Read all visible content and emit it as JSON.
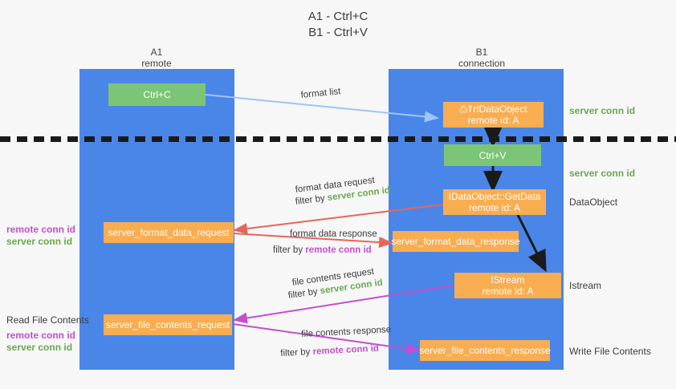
{
  "title": {
    "line1": "A1 - Ctrl+C",
    "line2": "B1 - Ctrl+V"
  },
  "lanes": [
    {
      "name": "A1",
      "sub": "remote"
    },
    {
      "name": "B1",
      "sub": "connection"
    }
  ],
  "nodes": {
    "ctrl_c": "Ctrl+C",
    "ctrl_v": "Ctrl+V",
    "idataobject_title": "⎙⍒rIDataObject",
    "idataobject_sub": "remote id: A",
    "getdata_title": "IDataObject::GetData",
    "getdata_sub": "remote id: A",
    "istream_title": "IStream",
    "istream_sub": "remote id: A",
    "server_format_data_request": "server_format_data_request",
    "server_format_data_response": "server_format_data_response",
    "server_file_contents_request": "server_file_contents_request",
    "server_file_contents_response": "server_file_contents_response"
  },
  "side_labels": {
    "right_server_conn_1": "server conn id",
    "right_server_conn_2": "server conn id",
    "right_dataobject": "DataObject",
    "right_istream": "Istream",
    "right_write_file_contents": "Write File Contents",
    "left_remote_conn_1": "remote conn id",
    "left_server_conn_1": "server conn id",
    "left_read_file_contents": "Read File Contents",
    "left_remote_conn_2": "remote conn id",
    "left_server_conn_2": "server conn id"
  },
  "edges": {
    "format_list": "format list",
    "format_data_request": "format data request",
    "format_data_request_filter_prefix": "filter by ",
    "format_data_request_filter_value": "server conn id",
    "format_data_response": "format data response",
    "format_data_response_filter_prefix": "filter by ",
    "format_data_response_filter_value": "remote conn id",
    "file_contents_request": "file contents request",
    "file_contents_request_filter_prefix": "filter by ",
    "file_contents_request_filter_value": "server conn id",
    "file_contents_response": "file contents response",
    "file_contents_response_filter_prefix": "filter by ",
    "file_contents_response_filter_value": "remote conn id"
  },
  "colors": {
    "lane": "#4a86e8",
    "node_orange": "#f9ad51",
    "node_green": "#7cc576",
    "arrow_red": "#e8645a",
    "arrow_magenta": "#c34fd0",
    "arrow_lightblue": "#9fc5f8",
    "arrow_black": "#1a1a1a",
    "text_green": "#6aa84f",
    "text_purple": "#c34fd0",
    "background": "#f7f7f7"
  }
}
